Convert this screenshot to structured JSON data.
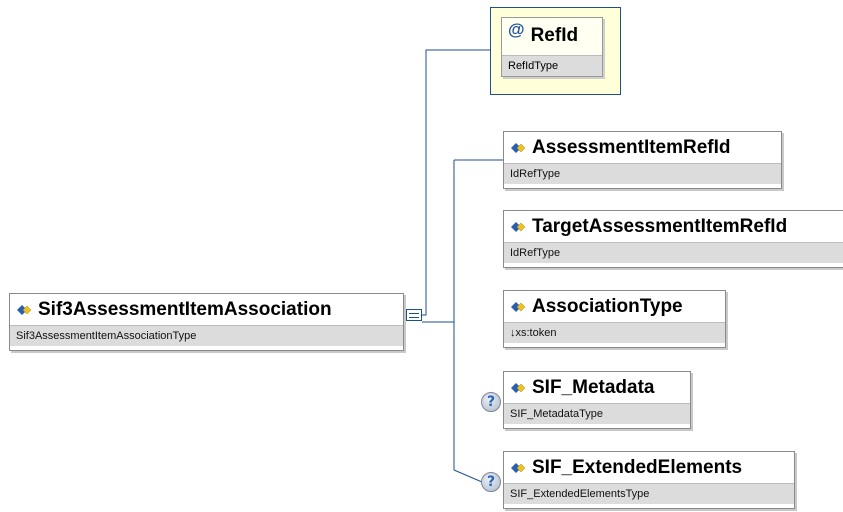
{
  "root": {
    "name": "Sif3AssessmentItemAssociation",
    "type": "Sif3AssessmentItemAssociationType"
  },
  "attribute": {
    "symbol": "@",
    "name": "RefId",
    "type": "RefIdType"
  },
  "children": [
    {
      "name": "AssessmentItemRefId",
      "type": "IdRefType",
      "optional": false
    },
    {
      "name": "TargetAssessmentItemRefId",
      "type": "IdRefType",
      "optional": false
    },
    {
      "name": "AssociationType",
      "type": "↓xs:token",
      "optional": false
    },
    {
      "name": "SIF_Metadata",
      "type": "SIF_MetadataType",
      "optional": true
    },
    {
      "name": "SIF_ExtendedElements",
      "type": "SIF_ExtendedElementsType",
      "optional": true
    }
  ],
  "optional_badge": "?",
  "colors": {
    "connector": "#1f4f8f",
    "type_bar": "#dcdcdc",
    "attribute_bg": "#ffffd8",
    "icon_blue": "#2a5fb0",
    "icon_yellow": "#f0c020"
  }
}
